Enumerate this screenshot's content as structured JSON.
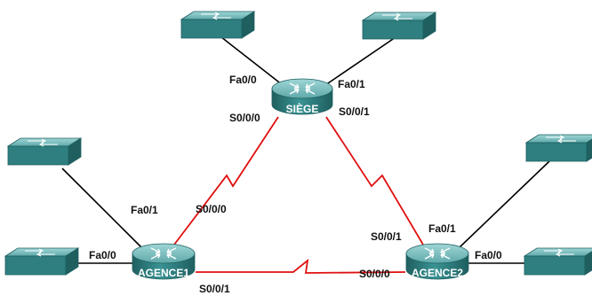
{
  "colors": {
    "device_fill": "#2f7f80",
    "device_top": "#7fc2c2",
    "device_dark": "#1f5f60",
    "ethernet_link": "#000000",
    "serial_link": "#e01010",
    "background": "#ffffff"
  },
  "routers": [
    {
      "id": "siege",
      "label": "SIÈGE",
      "icon": "router-icon"
    },
    {
      "id": "agence1",
      "label": "AGENCE1",
      "icon": "router-icon"
    },
    {
      "id": "agence2",
      "label": "AGENCE2",
      "icon": "router-icon"
    }
  ],
  "switches": [
    {
      "id": "sw-siege-left",
      "icon": "switch-icon"
    },
    {
      "id": "sw-siege-right",
      "icon": "switch-icon"
    },
    {
      "id": "sw-agence1-top",
      "icon": "switch-icon"
    },
    {
      "id": "sw-agence1-bottom",
      "icon": "switch-icon"
    },
    {
      "id": "sw-agence2-top",
      "icon": "switch-icon"
    },
    {
      "id": "sw-agence2-bottom",
      "icon": "switch-icon"
    }
  ],
  "ports": {
    "siege_fa00": "Fa0/0",
    "siege_fa01": "Fa0/1",
    "siege_s000": "S0/0/0",
    "siege_s001": "S0/0/1",
    "agence1_fa01": "Fa0/1",
    "agence1_fa00": "Fa0/0",
    "agence1_s000": "S0/0/0",
    "agence1_s001": "S0/0/1",
    "agence2_fa01": "Fa0/1",
    "agence2_fa00": "Fa0/0",
    "agence2_s001": "S0/0/1",
    "agence2_s000": "S0/0/0"
  },
  "links": [
    {
      "from": "siege",
      "to": "sw-siege-left",
      "type": "ethernet"
    },
    {
      "from": "siege",
      "to": "sw-siege-right",
      "type": "ethernet"
    },
    {
      "from": "agence1",
      "to": "sw-agence1-top",
      "type": "ethernet"
    },
    {
      "from": "agence1",
      "to": "sw-agence1-bottom",
      "type": "ethernet"
    },
    {
      "from": "agence2",
      "to": "sw-agence2-top",
      "type": "ethernet"
    },
    {
      "from": "agence2",
      "to": "sw-agence2-bottom",
      "type": "ethernet"
    },
    {
      "from": "siege",
      "to": "agence1",
      "type": "serial"
    },
    {
      "from": "siege",
      "to": "agence2",
      "type": "serial"
    },
    {
      "from": "agence1",
      "to": "agence2",
      "type": "serial"
    }
  ]
}
